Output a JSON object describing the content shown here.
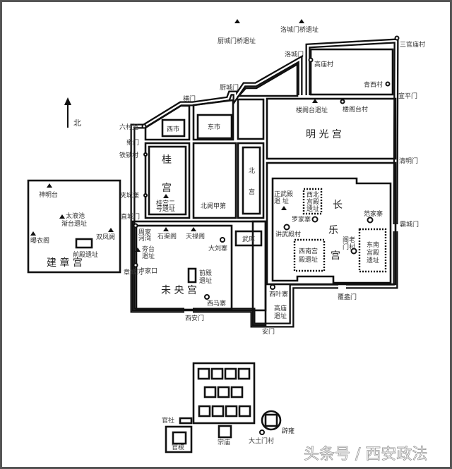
{
  "north_label": "北",
  "palaces": {
    "weiyang": "未 央 宫",
    "changle_chars": [
      "长",
      "乐",
      "宫"
    ],
    "mingguang": "明 光 宫",
    "jianzhang": "建 章 宫",
    "gui_chars": [
      "桂",
      "宫"
    ],
    "bei_chars": [
      "北",
      "宫"
    ],
    "beique": "北阙甲第",
    "xishi": "西市",
    "dongshi": "东市",
    "wuku": "武库"
  },
  "gates": {
    "chucheng": "厨城门",
    "luocheng": "洛城门",
    "heng": "横门",
    "yong": "雍门",
    "zhicheng": "直城门",
    "zhangcheng": "章城门",
    "xian": "西安门",
    "an": "安门",
    "fuang": "覆盎门",
    "bacheng": "霸城门",
    "qingming": "清明门",
    "xuanping": "宣平门"
  },
  "sites": {
    "chucheng_bridge": "厨城门桥遗址",
    "luocheng_bridge": "洛城门桥遗址",
    "louge_site": "楼阁台遗址",
    "shenming": "神明台",
    "taiye": [
      "太液池",
      "渐台遗址"
    ],
    "shuangfeng": "双凤阙",
    "puyi": "曝衣阁",
    "jz_qiandian": "前殿遗址",
    "gui_site": [
      "桂宫二",
      "号遗址"
    ],
    "shiqu": "石渠阁",
    "tianlu": "天禄阁",
    "qiaotai": [
      "夯台",
      "遗址"
    ],
    "wy_qiandian": [
      "前殿",
      "遗址"
    ],
    "zhengwu": [
      "正武殿",
      "遗 址"
    ],
    "xibei": [
      "西北",
      "宫殿",
      "遗址"
    ],
    "xinan": [
      "西南宫",
      "殿遗址"
    ],
    "dongnan": [
      "东南",
      "宫殿",
      "遗址"
    ],
    "gaomiao": [
      "高庙",
      "遗址"
    ]
  },
  "villages": {
    "sanguanmiao": "三官庙村",
    "gaomiao": "高庙村",
    "qingxi": "青西村",
    "louge": "楼阁台村",
    "liucun": "六村堡",
    "tiesuo": "铁锁村",
    "jiacheng": "夹城堡",
    "zhoujia": [
      "周家",
      "河湾"
    ],
    "lujiakou": "卢家口",
    "daliu": "大刘寨",
    "xima": "西马寨",
    "luojia": "罗家寨",
    "jiangwu": "讲武殿村",
    "fanjia": "范家寨",
    "gelao": [
      "阁老",
      "门村"
    ],
    "xiye": "西叶寨",
    "datumen": "大土门村"
  },
  "south": {
    "guanshe": "官社",
    "guanji": "官稷",
    "zongmiao": "宗庙",
    "biyong": "辟雍"
  },
  "watermark": "头条号 / 西安政法"
}
